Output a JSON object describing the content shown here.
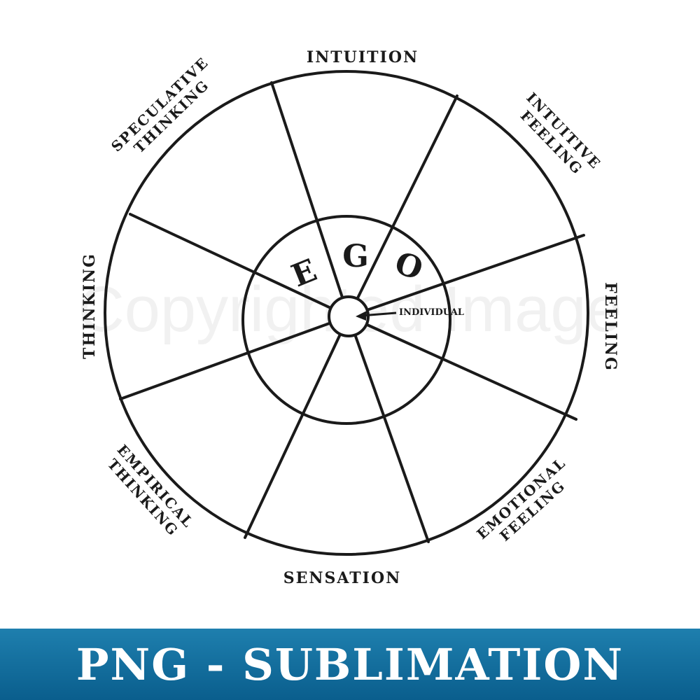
{
  "diagram": {
    "labels": {
      "intuition": "INTUITION",
      "intuitive_feeling_1": "INTUITIVE",
      "intuitive_feeling_2": "FEELING",
      "feeling": "FEELING",
      "emotional_feeling_1": "EMOTIONAL",
      "emotional_feeling_2": "FEELING",
      "sensation": "SENSATION",
      "empirical_thinking_1": "EMPIRICAL",
      "empirical_thinking_2": "THINKING",
      "thinking": "THINKING",
      "speculative_thinking_1": "SPECULATIVE",
      "speculative_thinking_2": "THINKING"
    },
    "ego": [
      "E",
      "G",
      "O"
    ],
    "individual": "INDIVIDUAL",
    "watermark": "Copyrighted Image"
  },
  "banner": {
    "text": "PNG - SUBLIMATION",
    "color": "#0a5e8d"
  }
}
